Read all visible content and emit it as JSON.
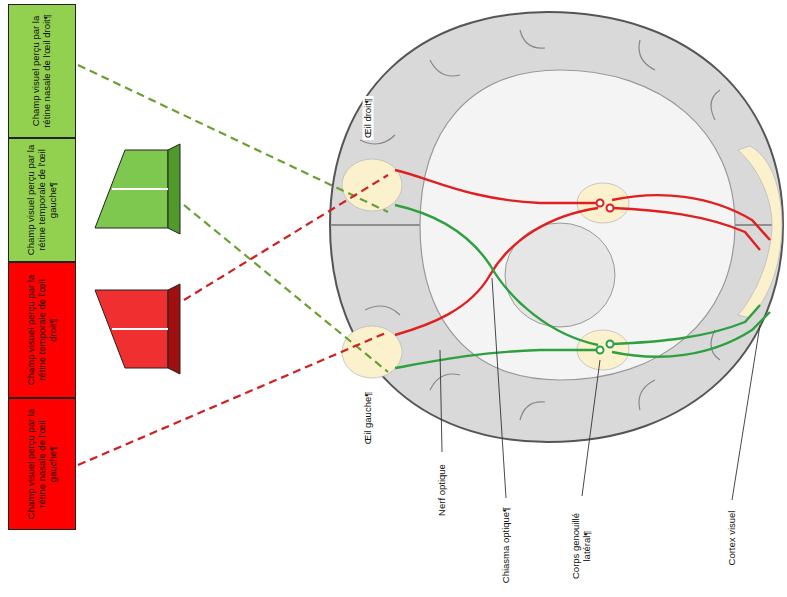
{
  "diagram": {
    "nodes": [
      {
        "text": [
          "Champ visuel perçu par la rétine nasale de l'œil droit¶"
        ]
      },
      {
        "text": [
          "Champ visuel perçu par la rétine temporale de l'œil gauche¶"
        ]
      },
      {
        "text": [
          "Champ visuel perçu par la rétine temporale de l'œil droit¶"
        ]
      },
      {
        "text": [
          "Champ visuel perçu par la rétine nasale de l'œil gauche¶"
        ]
      }
    ],
    "labels": [
      "Œil droit¶",
      "Œil gauche¶",
      "Nerf optique",
      "Chiasma optique¶",
      "Corps genouillé latéral¶",
      "Cortex visuel"
    ]
  }
}
